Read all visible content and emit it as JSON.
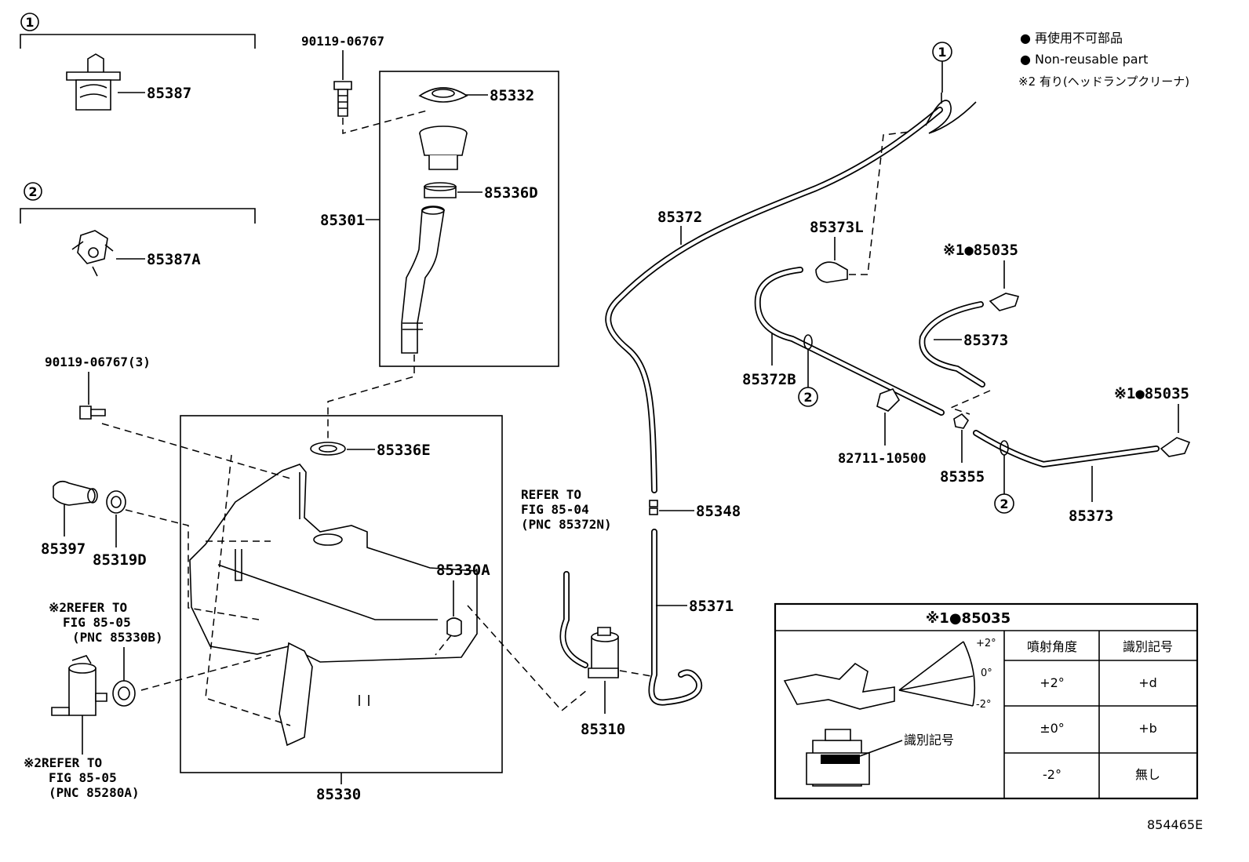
{
  "legend": {
    "jp_line": "● 再使用不可部品",
    "en_line": "● Non-reusable part",
    "note2": "※2 有り(ヘッドランプクリーナ)"
  },
  "groups": {
    "g1": "1",
    "g2": "2"
  },
  "parts": {
    "p85387": "85387",
    "p85387A": "85387A",
    "p90119_top": "90119-06767",
    "p90119_3": "90119-06767(3)",
    "p85332": "85332",
    "p85336D": "85336D",
    "p85301": "85301",
    "p85336E": "85336E",
    "p85397": "85397",
    "p85319D": "85319D",
    "p85330A": "85330A",
    "p85330": "85330",
    "p85372": "85372",
    "p85373L": "85373L",
    "p85372B": "85372B",
    "p85035_a": "※1●85035",
    "p85373_a": "85373",
    "p82711": "82711-10500",
    "p85355": "85355",
    "p85035_b": "※1●85035",
    "p85373_b": "85373",
    "p85348": "85348",
    "p85371": "85371",
    "p85310": "85310"
  },
  "refs": {
    "ref_8504": [
      "REFER TO",
      "FIG 85-04",
      "(PNC 85372N)"
    ],
    "ref_8505_b": [
      "※2REFER TO",
      "FIG 85-05",
      "(PNC 85330B)"
    ],
    "ref_8505_a": [
      "※2REFER TO",
      "FIG 85-05",
      "(PNC 85280A)"
    ]
  },
  "callouts": {
    "c1_top": "1",
    "c2_a": "2",
    "c2_b": "2"
  },
  "nozzle_table": {
    "title": "※1●85035",
    "angles": [
      "+2°",
      "0°",
      "-2°"
    ],
    "id_label": "識別記号",
    "headers": [
      "噴射角度",
      "識別記号"
    ],
    "rows": [
      [
        "+2°",
        "+d"
      ],
      [
        "±0°",
        "+b"
      ],
      [
        "-2°",
        "無し"
      ]
    ]
  },
  "figure_id": "854465E"
}
